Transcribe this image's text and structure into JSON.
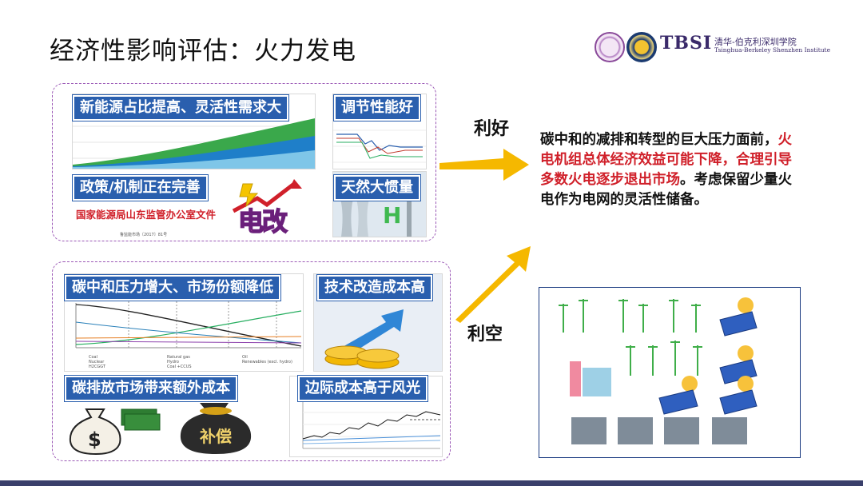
{
  "slide": {
    "title": "经济性影响评估：火力发电",
    "logo": {
      "tbsi": "TBSI",
      "cn_name": "清华-伯克利深圳学院",
      "en_name": "Tsinghua-Berkeley Shenzhen Institute"
    }
  },
  "top_group": {
    "panel1_label": "新能源占比提高、灵活性需求大",
    "panel2_label": "调节性能好",
    "panel3_label": "政策/机制正在完善",
    "panel3_doc": "国家能源局山东监管办公室文件",
    "panel3_doc_num": "鲁监能市场〔2017〕81号",
    "panel3_badge": "电改",
    "panel4_label": "天然大惯量",
    "panel4_badge": "H"
  },
  "bottom_group": {
    "panel1_label": "碳中和压力增大、市场份额降低",
    "panel2_label": "技术改造成本高",
    "panel3_label": "碳排放市场带来额外成本",
    "panel3_badge": "补偿",
    "panel4_label": "边际成本高于风光",
    "chart_legend": [
      "Coal",
      "Natural gas",
      "Oil",
      "Nuclear",
      "Hydro",
      "Renewables (excl. hydro)",
      "H2CGGT",
      "Coal +CCUS"
    ]
  },
  "pros_label": "利好",
  "cons_label": "利空",
  "right_text": {
    "line1": "碳中和的减排和转型的巨大压力面前，",
    "red": "火电机组总体经济效益可能下降，合理引导多数火电逐步退出市场",
    "line2": "。考虑保留少量火电作为电网的灵活性储备。"
  },
  "colors": {
    "label_bg": "#2a5fae",
    "dashed_border": "#9b59b6",
    "arrow": "#f5b800",
    "highlight_red": "#d0202a"
  }
}
